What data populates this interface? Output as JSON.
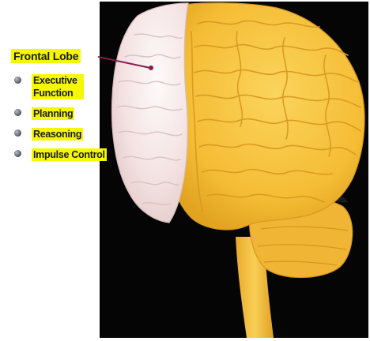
{
  "diagram": {
    "colors": {
      "panel_background": "#050505",
      "brain_lobes": "#f7c23b",
      "frontal_lobe": "#f6e6e6",
      "highlight": "#f6f800",
      "arrow": "#8b1c4e"
    },
    "callout": {
      "title": "Frontal Lobe",
      "functions": [
        "Executive Function",
        "Planning",
        "Reasoning",
        "Impulse Control"
      ]
    },
    "bullet_icon": "gray-circle-bullet-icon"
  }
}
